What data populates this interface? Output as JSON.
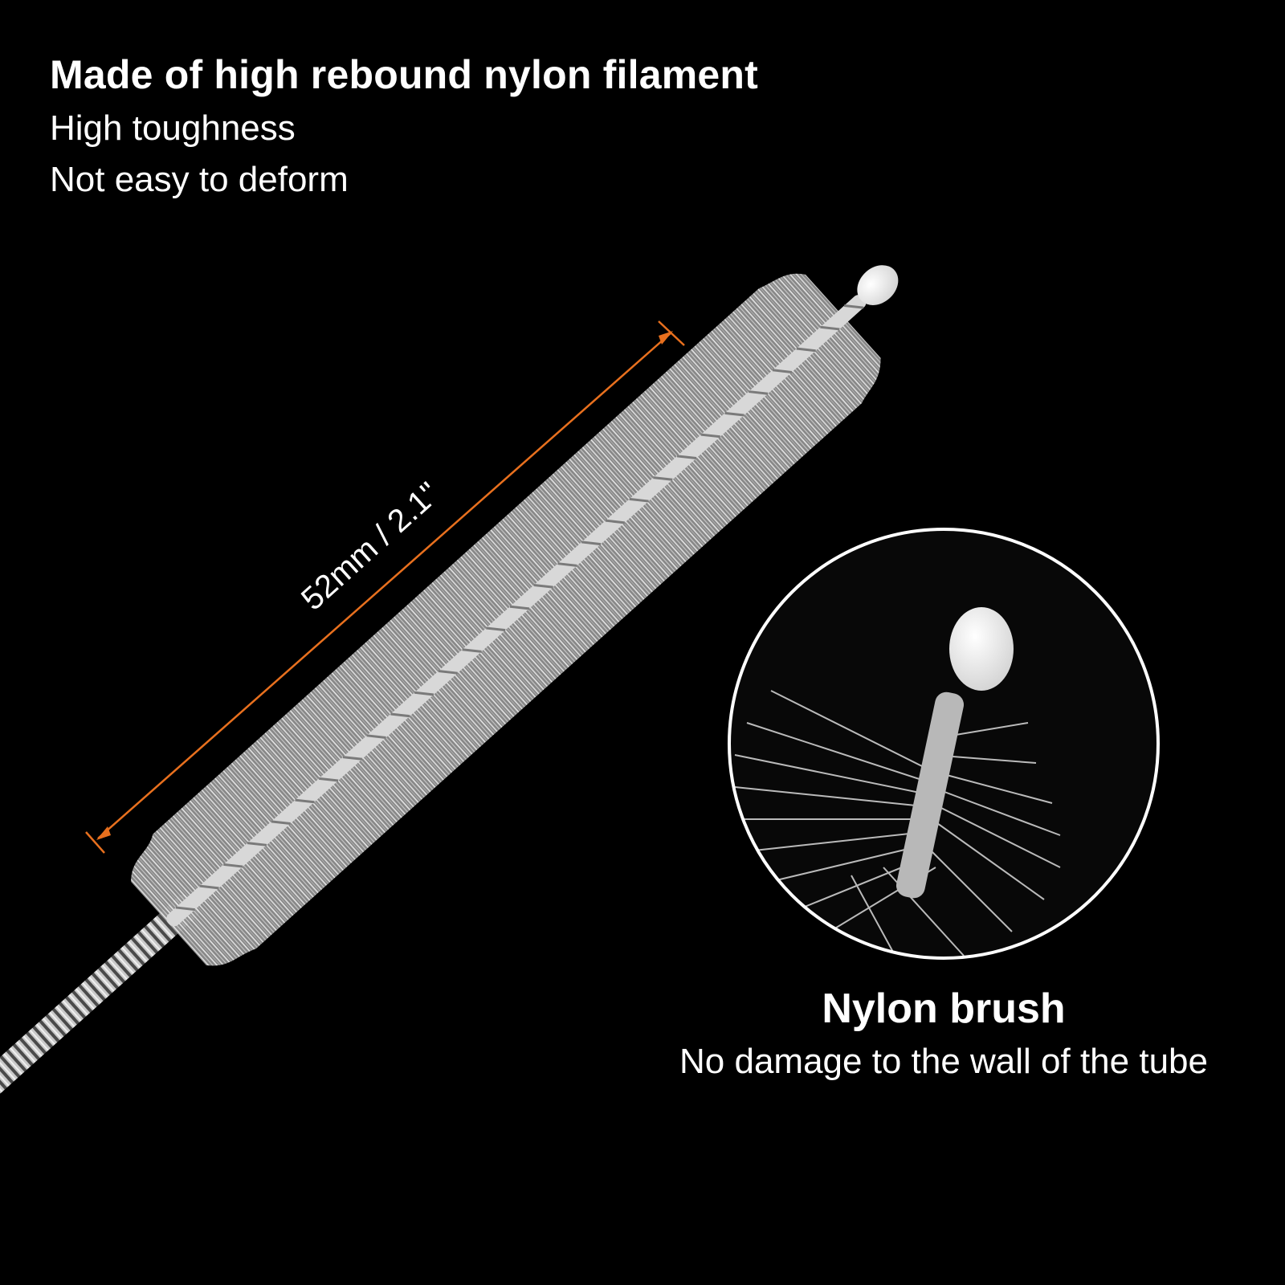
{
  "header": {
    "headline": "Made of high rebound nylon filament",
    "features": [
      "High toughness",
      "Not easy to deform"
    ]
  },
  "dimension": {
    "label": "52mm / 2.1\"",
    "color": "#e8701e"
  },
  "callout": {
    "title": "Nylon brush",
    "subtitle": "No damage to the wall of the tube"
  },
  "colors": {
    "background": "#000000",
    "text": "#ffffff",
    "bristle": "#d9d9d9",
    "tip": "#f2f2f2"
  }
}
